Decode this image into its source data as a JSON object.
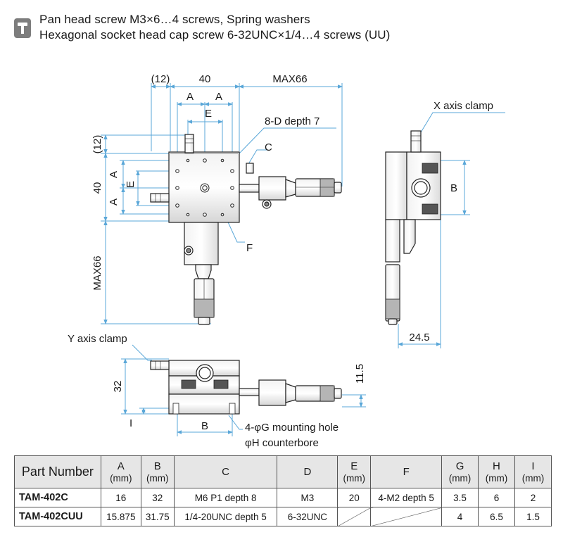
{
  "header": {
    "line1": "Pan head screw M3×6…4 screws, Spring washers",
    "line2": "Hexagonal socket head cap screw 6-32UNC×1/4…4 screws (UU)"
  },
  "drawing": {
    "labels": {
      "dim_12_top": "(12)",
      "dim_40_top": "40",
      "dim_max66_right": "MAX66",
      "dim_a1": "A",
      "dim_a2": "A",
      "dim_e_top": "E",
      "dim_12_left": "(12)",
      "dim_40_left": "40",
      "dim_a_left1": "A",
      "dim_a_left2": "A",
      "dim_e_left": "E",
      "dim_max66_left": "MAX66",
      "callout_8d": "8-D depth 7",
      "callout_c": "C",
      "callout_f": "F",
      "x_axis_clamp": "X axis clamp",
      "dim_b_side": "B",
      "dim_24_5": "24.5",
      "y_axis_clamp": "Y axis clamp",
      "dim_32": "32",
      "dim_11_5": "11.5",
      "dim_i": "I",
      "dim_b_front": "B",
      "mounting_hole": "4-φG mounting hole",
      "counterbore": "φH counterbore"
    }
  },
  "table": {
    "headers": [
      {
        "main": "Part Number",
        "unit": ""
      },
      {
        "main": "A",
        "unit": "(mm)"
      },
      {
        "main": "B",
        "unit": "(mm)"
      },
      {
        "main": "C",
        "unit": ""
      },
      {
        "main": "D",
        "unit": ""
      },
      {
        "main": "E",
        "unit": "(mm)"
      },
      {
        "main": "F",
        "unit": ""
      },
      {
        "main": "G",
        "unit": "(mm)"
      },
      {
        "main": "H",
        "unit": "(mm)"
      },
      {
        "main": "I",
        "unit": "(mm)"
      }
    ],
    "rows": [
      [
        "TAM-402C",
        "16",
        "32",
        "M6 P1 depth 8",
        "M3",
        "20",
        "4-M2 depth 5",
        "3.5",
        "6",
        "2"
      ],
      [
        "TAM-402CUU",
        "15.875",
        "31.75",
        "1/4-20UNC depth 5",
        "6-32UNC",
        "",
        "",
        "4",
        "6.5",
        "1.5"
      ]
    ]
  }
}
